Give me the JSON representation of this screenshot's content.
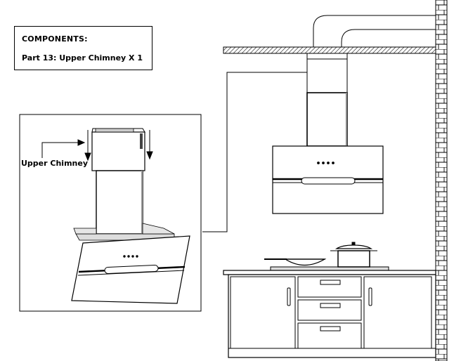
{
  "components_box": {
    "title": "COMPONENTS:",
    "part_line": "Part 13:  Upper Chimney X 1"
  },
  "callout": {
    "label": "Upper Chimney"
  },
  "colors": {
    "line": "#000000",
    "background": "#ffffff",
    "hatch": "#555555",
    "grey_fill": "#d9d9d9"
  }
}
